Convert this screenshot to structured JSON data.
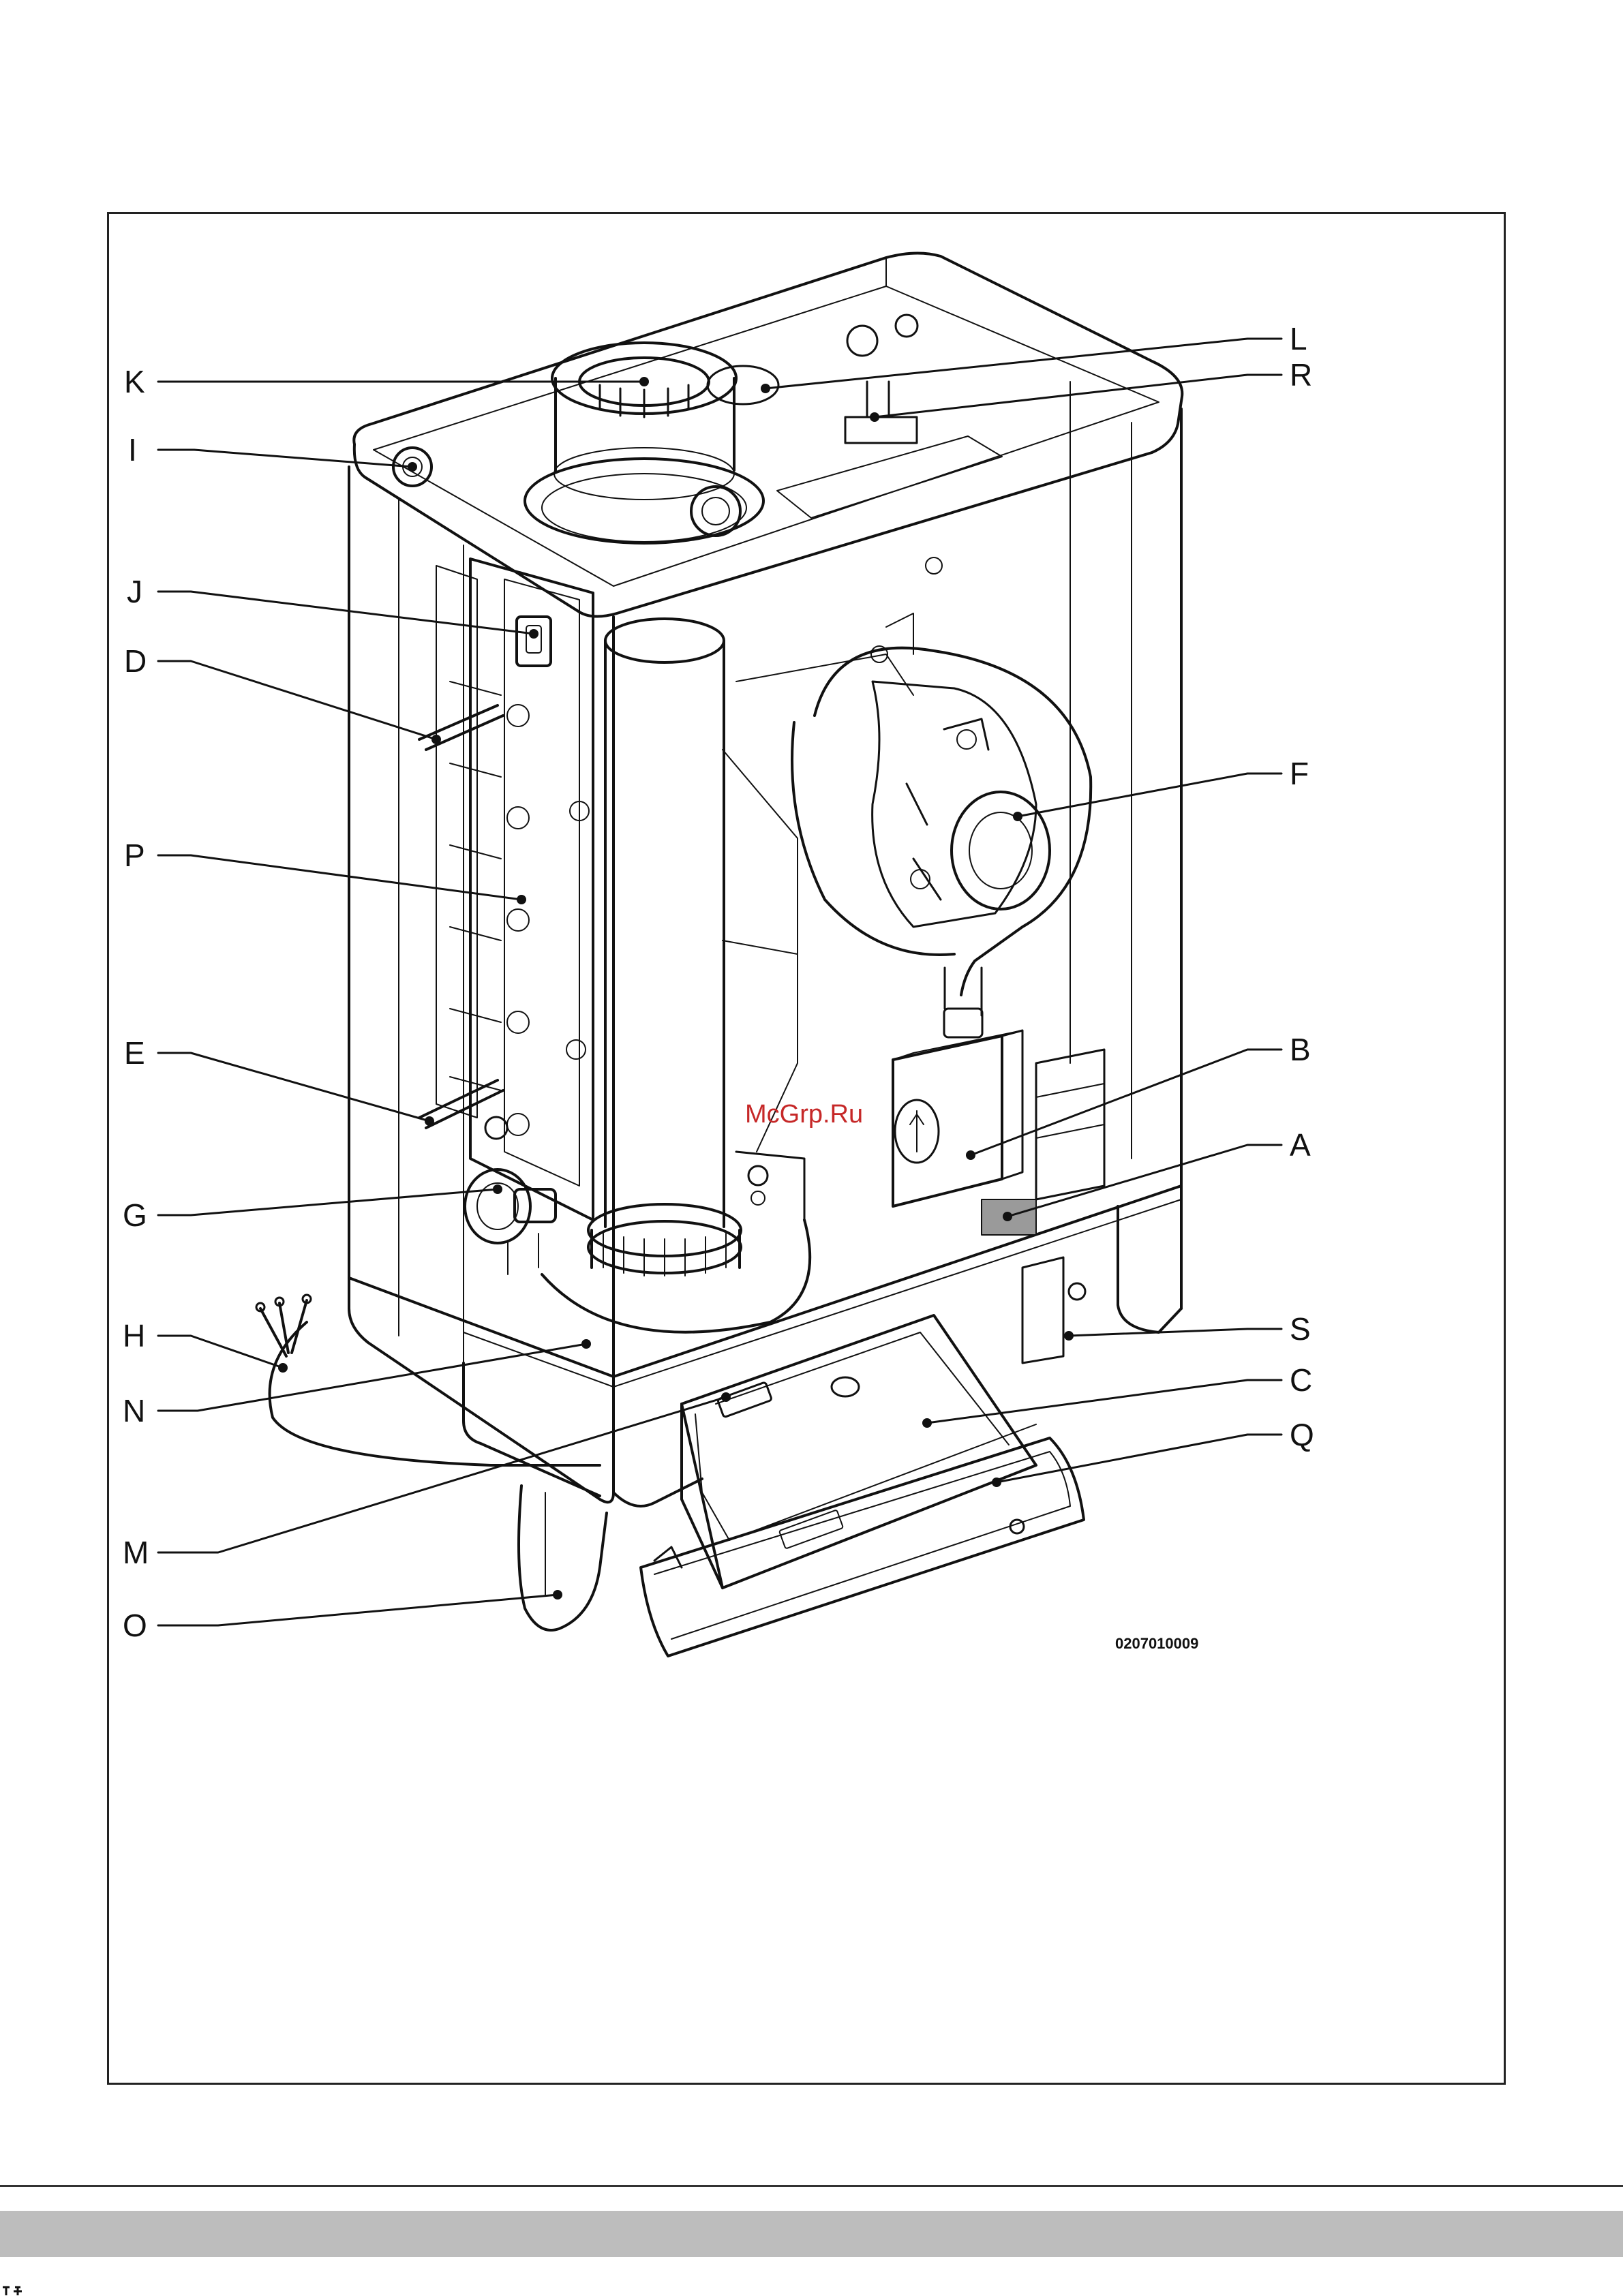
{
  "figure": {
    "reference_code": "0207010009",
    "watermark": "McGrp.Ru",
    "callouts": [
      {
        "id": "K",
        "label": "K"
      },
      {
        "id": "I",
        "label": "I"
      },
      {
        "id": "J",
        "label": "J"
      },
      {
        "id": "D",
        "label": "D"
      },
      {
        "id": "P",
        "label": "P"
      },
      {
        "id": "E",
        "label": "E"
      },
      {
        "id": "G",
        "label": "G"
      },
      {
        "id": "H",
        "label": "H"
      },
      {
        "id": "N",
        "label": "N"
      },
      {
        "id": "M",
        "label": "M"
      },
      {
        "id": "O",
        "label": "O"
      },
      {
        "id": "L",
        "label": "L"
      },
      {
        "id": "R",
        "label": "R"
      },
      {
        "id": "F",
        "label": "F"
      },
      {
        "id": "B",
        "label": "B"
      },
      {
        "id": "A",
        "label": "A"
      },
      {
        "id": "S",
        "label": "S"
      },
      {
        "id": "C",
        "label": "C"
      },
      {
        "id": "Q",
        "label": "Q"
      }
    ]
  },
  "colors": {
    "line": "#111111",
    "frame": "#222222",
    "footer_band": "#bdbdbd",
    "watermark": "#c62828"
  }
}
